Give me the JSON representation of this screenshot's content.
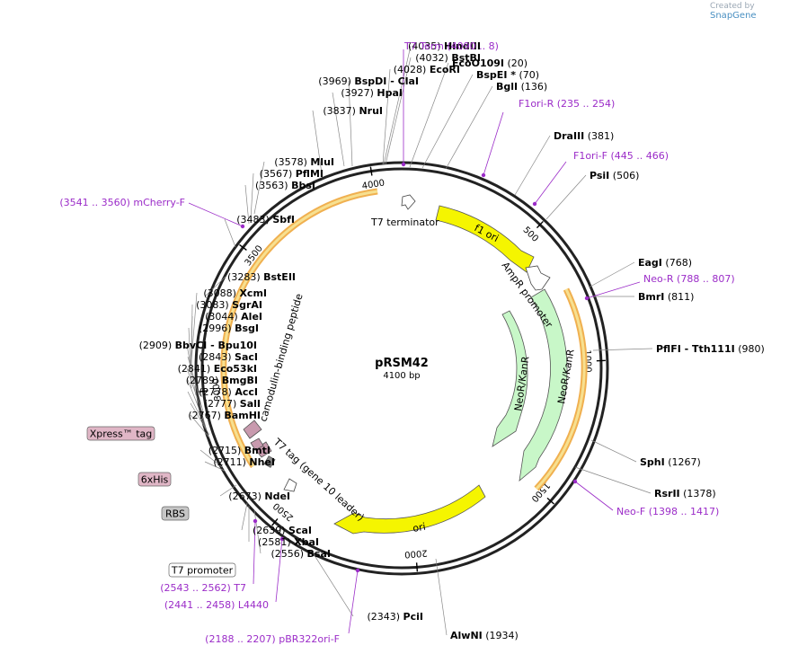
{
  "credit": {
    "created_by": "Created by",
    "brand": "SnapGene"
  },
  "plasmid": {
    "name": "pRSM42",
    "size_label": "4100 bp",
    "length": 4100
  },
  "ticks": [
    "500",
    "1000",
    "1500",
    "2000",
    "2500",
    "3000",
    "3500",
    "4000"
  ],
  "features": [
    {
      "name": "f1 ori",
      "color": "#f5f500",
      "kind": "arc"
    },
    {
      "name": "AmpR promoter",
      "color": "#ffffff",
      "kind": "small"
    },
    {
      "name": "NeoR/KanR",
      "color": "#c8f7c8",
      "kind": "arc"
    },
    {
      "name": "NeoR/KanR",
      "color": "#c8f7c8",
      "kind": "arc"
    },
    {
      "name": "ori",
      "color": "#f5f500",
      "kind": "arc"
    },
    {
      "name": "T7 tag (gene 10 leader)",
      "color": "#ffffff",
      "kind": "small"
    },
    {
      "name": "camodulin-binding peptide",
      "color": "#ffc96b",
      "kind": "arc"
    },
    {
      "name": "T7 terminator",
      "color": "#ffffff",
      "kind": "small"
    }
  ],
  "sites": [
    {
      "pos": "(4035)",
      "name": "HindIII"
    },
    {
      "pos": "(4032)",
      "name": "BstBI"
    },
    {
      "pos": "(4028)",
      "name": "EcoRI"
    },
    {
      "pos": "(3969)",
      "name": "BspDI",
      "alt": "- ClaI"
    },
    {
      "pos": "(3927)",
      "name": "HpaI"
    },
    {
      "pos": "(3837)",
      "name": "NruI"
    },
    {
      "pos": "(3578)",
      "name": "MluI"
    },
    {
      "pos": "(3567)",
      "name": "PflMI"
    },
    {
      "pos": "(3563)",
      "name": "BbsI"
    },
    {
      "pos": "(3483)",
      "name": "SbfI"
    },
    {
      "pos": "(3283)",
      "name": "BstEII"
    },
    {
      "pos": "(3088)",
      "name": "XcmI"
    },
    {
      "pos": "(3083)",
      "name": "SgrAI"
    },
    {
      "pos": "(3044)",
      "name": "AleI"
    },
    {
      "pos": "(2996)",
      "name": "BsgI"
    },
    {
      "pos": "(2909)",
      "name": "BbvCI",
      "alt": "- Bpu10I"
    },
    {
      "pos": "(2843)",
      "name": "SacI"
    },
    {
      "pos": "(2841)",
      "name": "Eco53kI"
    },
    {
      "pos": "(2789)",
      "name": "BmgBI"
    },
    {
      "pos": "(2778)",
      "name": "AccI"
    },
    {
      "pos": "(2777)",
      "name": "SalI"
    },
    {
      "pos": "(2767)",
      "name": "BamHI"
    },
    {
      "pos": "(2715)",
      "name": "BmtI"
    },
    {
      "pos": "(2711)",
      "name": "NheI"
    },
    {
      "pos": "(2673)",
      "name": "NdeI"
    },
    {
      "pos": "(2639)",
      "name": "ScaI"
    },
    {
      "pos": "(2581)",
      "name": "XbaI"
    },
    {
      "pos": "(2556)",
      "name": "BsaI"
    },
    {
      "pos": "(2343)",
      "name": "PciI"
    },
    {
      "pos": "(1934)",
      "name": "AlwNI"
    },
    {
      "pos": "(1378)",
      "name": "RsrII"
    },
    {
      "pos": "(1267)",
      "name": "SphI"
    },
    {
      "pos": "(980)",
      "name": "PflFI",
      "alt": "- Tth111I"
    },
    {
      "pos": "(811)",
      "name": "BmrI"
    },
    {
      "pos": "(768)",
      "name": "EagI"
    },
    {
      "pos": "(506)",
      "name": "PsiI"
    },
    {
      "pos": "(381)",
      "name": "DraIII"
    },
    {
      "pos": "(136)",
      "name": "BglI"
    },
    {
      "pos": "(70)",
      "name": "BspEI *"
    },
    {
      "pos": "(20)",
      "name": "EcoO109I"
    }
  ],
  "primers": [
    {
      "name": "T7 Term",
      "range": "(4090 .. 8)"
    },
    {
      "name": "F1ori-R",
      "range": "(235 .. 254)"
    },
    {
      "name": "F1ori-F",
      "range": "(445 .. 466)"
    },
    {
      "name": "Neo-R",
      "range": "(788 .. 807)"
    },
    {
      "name": "Neo-F",
      "range": "(1398 .. 1417)"
    },
    {
      "name": "mCherry-F",
      "range": "(3541 .. 3560)"
    },
    {
      "name": "T7",
      "range": "(2543 .. 2562)"
    },
    {
      "name": "L4440",
      "range": "(2441 .. 2458)"
    },
    {
      "name": "pBR322ori-F",
      "range": "(2188 .. 2207)"
    }
  ],
  "boxed_features": [
    {
      "name": "Xpress™ tag",
      "color": "#e0b6c6"
    },
    {
      "name": "6xHis",
      "color": "#e0b6c6"
    },
    {
      "name": "RBS",
      "color": "#c6c6c6"
    },
    {
      "name": "T7 promoter",
      "color": "#ffffff"
    }
  ]
}
